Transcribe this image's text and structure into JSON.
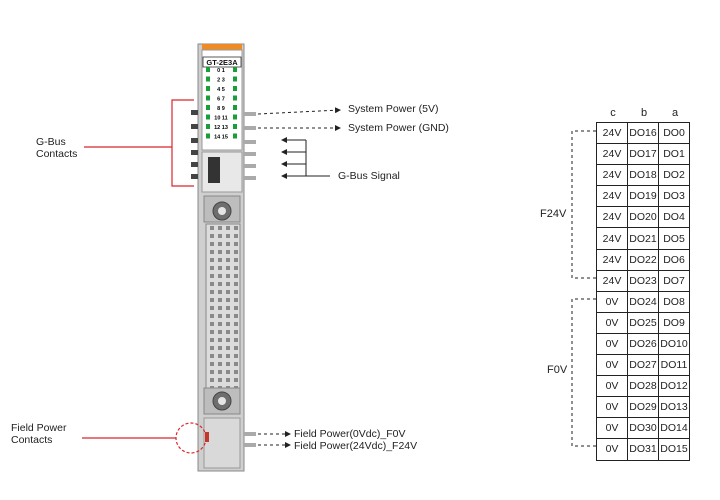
{
  "module": {
    "model": "GT-2E3A",
    "led_labels": [
      "0 1",
      "2 3",
      "4 5",
      "6 7",
      "8 9",
      "10 11",
      "12 13",
      "14 15"
    ],
    "accent": "#f08a24",
    "led_color": "#1a9e3a"
  },
  "callouts": {
    "gbus_contacts": [
      "G-Bus",
      "Contacts"
    ],
    "system_power_5v": "System Power (5V)",
    "system_power_gnd": "System Power (GND)",
    "gbus_signal": "G-Bus Signal",
    "field_power_contacts": [
      "Field Power",
      "Contacts"
    ],
    "field_power_0v": "Field Power(0Vdc)_F0V",
    "field_power_24v": "Field Power(24Vdc)_F24V"
  },
  "pin_table": {
    "headers": [
      "c",
      "b",
      "a"
    ],
    "groups": [
      "F24V",
      "F0V"
    ],
    "rows": [
      [
        "24V",
        "DO16",
        "DO0"
      ],
      [
        "24V",
        "DO17",
        "DO1"
      ],
      [
        "24V",
        "DO18",
        "DO2"
      ],
      [
        "24V",
        "DO19",
        "DO3"
      ],
      [
        "24V",
        "DO20",
        "DO4"
      ],
      [
        "24V",
        "DO21",
        "DO5"
      ],
      [
        "24V",
        "DO22",
        "DO6"
      ],
      [
        "24V",
        "DO23",
        "DO7"
      ],
      [
        "0V",
        "DO24",
        "DO8"
      ],
      [
        "0V",
        "DO25",
        "DO9"
      ],
      [
        "0V",
        "DO26",
        "DO10"
      ],
      [
        "0V",
        "DO27",
        "DO11"
      ],
      [
        "0V",
        "DO28",
        "DO12"
      ],
      [
        "0V",
        "DO29",
        "DO13"
      ],
      [
        "0V",
        "DO30",
        "DO14"
      ],
      [
        "0V",
        "DO31",
        "DO15"
      ]
    ]
  }
}
